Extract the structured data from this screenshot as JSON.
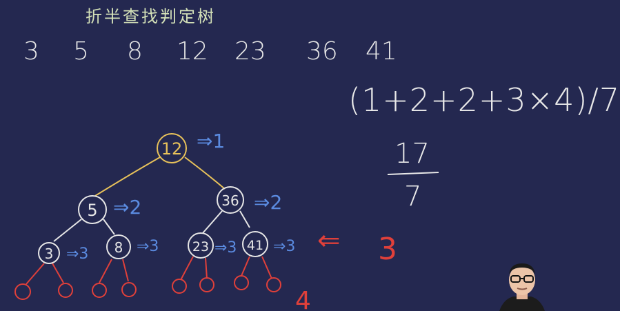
{
  "title": "折半查找判定树",
  "sequence": [
    "3",
    "5",
    "8",
    "12",
    "23",
    "36",
    "41"
  ],
  "formula": "(1+2+2+3×4)/7",
  "fraction": {
    "numerator": "17",
    "denominator": "7"
  },
  "tree": {
    "level1": {
      "node": "12",
      "label": "⇒1"
    },
    "level2": [
      {
        "node": "5",
        "label": "⇒2"
      },
      {
        "node": "36",
        "label": "⇒2"
      }
    ],
    "level3": [
      {
        "node": "3",
        "label": "⇒3"
      },
      {
        "node": "8",
        "label": "⇒3"
      },
      {
        "node": "23",
        "label": "⇒3"
      },
      {
        "node": "41",
        "label": "⇒3"
      }
    ],
    "level3_marker": {
      "arrow": "⇐",
      "value": "3"
    },
    "level4_value": "4"
  },
  "colors": {
    "background": "#242850",
    "root_edges": "#e8c25a",
    "inner_edges": "#e6e6e6",
    "leaf_edges": "#e0403a",
    "arrows": "#5b8be0",
    "marker": "#e0403a"
  }
}
